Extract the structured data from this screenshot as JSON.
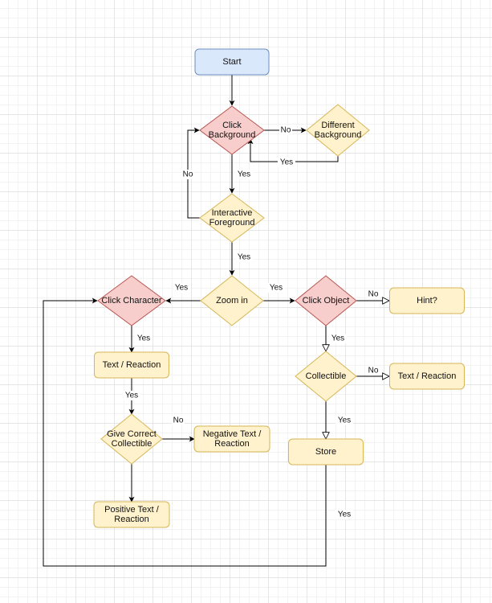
{
  "diagram": {
    "type": "flowchart",
    "nodes": [
      {
        "id": "start",
        "shape": "rounded-rect",
        "lines": [
          "Start"
        ],
        "style": "start"
      },
      {
        "id": "click_bg",
        "shape": "diamond",
        "lines": [
          "Click",
          "Background"
        ],
        "style": "red"
      },
      {
        "id": "different_bg",
        "shape": "diamond",
        "lines": [
          "Different",
          "Background"
        ],
        "style": "yellow"
      },
      {
        "id": "interactive_fg",
        "shape": "diamond",
        "lines": [
          "Interactive",
          "Foreground"
        ],
        "style": "yellow"
      },
      {
        "id": "zoom_in",
        "shape": "diamond",
        "lines": [
          "Zoom in"
        ],
        "style": "yellow"
      },
      {
        "id": "click_character",
        "shape": "diamond",
        "lines": [
          "Click Character"
        ],
        "style": "red"
      },
      {
        "id": "click_object",
        "shape": "diamond",
        "lines": [
          "Click Object"
        ],
        "style": "red"
      },
      {
        "id": "hint",
        "shape": "rounded-rect",
        "lines": [
          "Hint?"
        ],
        "style": "yellow"
      },
      {
        "id": "text_reaction_left",
        "shape": "rounded-rect",
        "lines": [
          "Text / Reaction"
        ],
        "style": "yellow"
      },
      {
        "id": "collectible",
        "shape": "diamond",
        "lines": [
          "Collectible"
        ],
        "style": "yellow"
      },
      {
        "id": "text_reaction_right",
        "shape": "rounded-rect",
        "lines": [
          "Text / Reaction"
        ],
        "style": "yellow"
      },
      {
        "id": "give_correct",
        "shape": "diamond",
        "lines": [
          "Give Correct",
          "Collectible"
        ],
        "style": "yellow"
      },
      {
        "id": "negative_text",
        "shape": "rounded-rect",
        "lines": [
          "Negative Text /",
          "Reaction"
        ],
        "style": "yellow"
      },
      {
        "id": "store",
        "shape": "rounded-rect",
        "lines": [
          "Store"
        ],
        "style": "yellow"
      },
      {
        "id": "positive_text",
        "shape": "rounded-rect",
        "lines": [
          "Positive Text /",
          "Reaction"
        ],
        "style": "yellow"
      }
    ],
    "edges": [
      {
        "id": "start_to_click_bg",
        "from": "start",
        "to": "click_bg",
        "label": "",
        "arrow": "filled"
      },
      {
        "id": "click_bg_no",
        "from": "click_bg",
        "to": "different_bg",
        "label": "No",
        "arrow": "filled"
      },
      {
        "id": "different_bg_yes",
        "from": "different_bg",
        "to": "click_bg",
        "label": "Yes",
        "arrow": "filled"
      },
      {
        "id": "click_bg_yes",
        "from": "click_bg",
        "to": "interactive_fg",
        "label": "Yes",
        "arrow": "filled"
      },
      {
        "id": "interactive_fg_no",
        "from": "interactive_fg",
        "to": "click_bg",
        "label": "No",
        "arrow": "filled"
      },
      {
        "id": "interactive_fg_yes",
        "from": "interactive_fg",
        "to": "zoom_in",
        "label": "Yes",
        "arrow": "filled"
      },
      {
        "id": "zoom_yes_character",
        "from": "zoom_in",
        "to": "click_character",
        "label": "Yes",
        "arrow": "filled"
      },
      {
        "id": "zoom_yes_object",
        "from": "zoom_in",
        "to": "click_object",
        "label": "Yes",
        "arrow": "filled"
      },
      {
        "id": "object_no_hint",
        "from": "click_object",
        "to": "hint",
        "label": "No",
        "arrow": "open"
      },
      {
        "id": "object_yes_collectible",
        "from": "click_object",
        "to": "collectible",
        "label": "Yes",
        "arrow": "open"
      },
      {
        "id": "collectible_no",
        "from": "collectible",
        "to": "text_reaction_right",
        "label": "No",
        "arrow": "open"
      },
      {
        "id": "collectible_yes_store",
        "from": "collectible",
        "to": "store",
        "label": "Yes",
        "arrow": "open"
      },
      {
        "id": "store_loop",
        "from": "store",
        "to": "click_character",
        "label": "Yes",
        "arrow": "filled"
      },
      {
        "id": "character_yes_text",
        "from": "click_character",
        "to": "text_reaction_left",
        "label": "Yes",
        "arrow": "filled"
      },
      {
        "id": "text_yes_give",
        "from": "text_reaction_left",
        "to": "give_correct",
        "label": "Yes",
        "arrow": "filled"
      },
      {
        "id": "give_no_negative",
        "from": "give_correct",
        "to": "negative_text",
        "label": "No",
        "arrow": "filled"
      },
      {
        "id": "give_to_positive",
        "from": "give_correct",
        "to": "positive_text",
        "label": "",
        "arrow": "filled"
      }
    ]
  },
  "colors": {
    "start_fill": "#dae8fc",
    "start_stroke": "#6c8ebf",
    "red_fill": "#f8cecc",
    "red_stroke": "#b85450",
    "yellow_fill": "#fff2cc",
    "yellow_stroke": "#d6b656",
    "edge": "#000000"
  }
}
